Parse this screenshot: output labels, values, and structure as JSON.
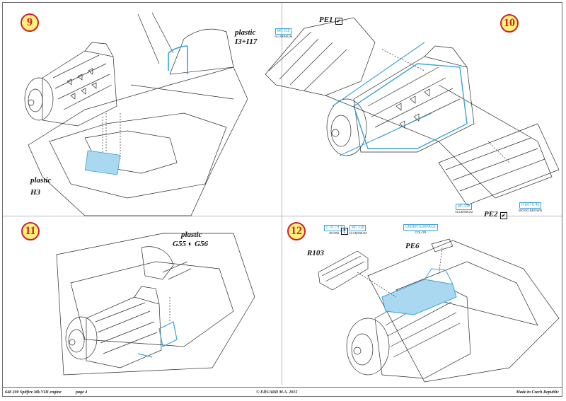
{
  "steps": [
    "9",
    "10",
    "11",
    "12"
  ],
  "labels": {
    "s9_plastic": "plastic",
    "s9_parts": "I3+I17",
    "s9_plastic2": "plastic",
    "s9_part2": "H3",
    "s10_pe1": "PE1",
    "s10_pe2": "PE2",
    "s11_plastic": "plastic",
    "s11_part_a": "G55",
    "s11_part_b": "G56",
    "s12_r103": "R103",
    "s12_pe6": "PE6"
  },
  "paints": {
    "s10_a": {
      "code": "MC 218",
      "name": "ALUMINIUM"
    },
    "s10_b": {
      "code": "MC 218",
      "name": "ALUMINIUM"
    },
    "s10_c": {
      "code": "H 84 / C 43",
      "name": "WOOD BROWN"
    },
    "s12_a": {
      "code": "C 32 / H 2",
      "name": "SHOW"
    },
    "s12_b": {
      "code": "MC 218",
      "name": "ALUMINIUM"
    },
    "s12_c": {
      "code": "UNDER SURFACE",
      "name": "COLOR"
    }
  },
  "icons": {
    "check": "✔",
    "optional": "?",
    "choice": "◐"
  },
  "colors": {
    "step_ring": "#d0202c",
    "step_fill": "#fff27a",
    "highlight": "#3aa3d8",
    "line": "#222222"
  },
  "footer": {
    "kit": "648 200  Spitfire Mk.VIII engine",
    "page": "page 4",
    "copyright": "© EDUARD  M.A. 2015",
    "origin": "Made in Czech Republic"
  }
}
